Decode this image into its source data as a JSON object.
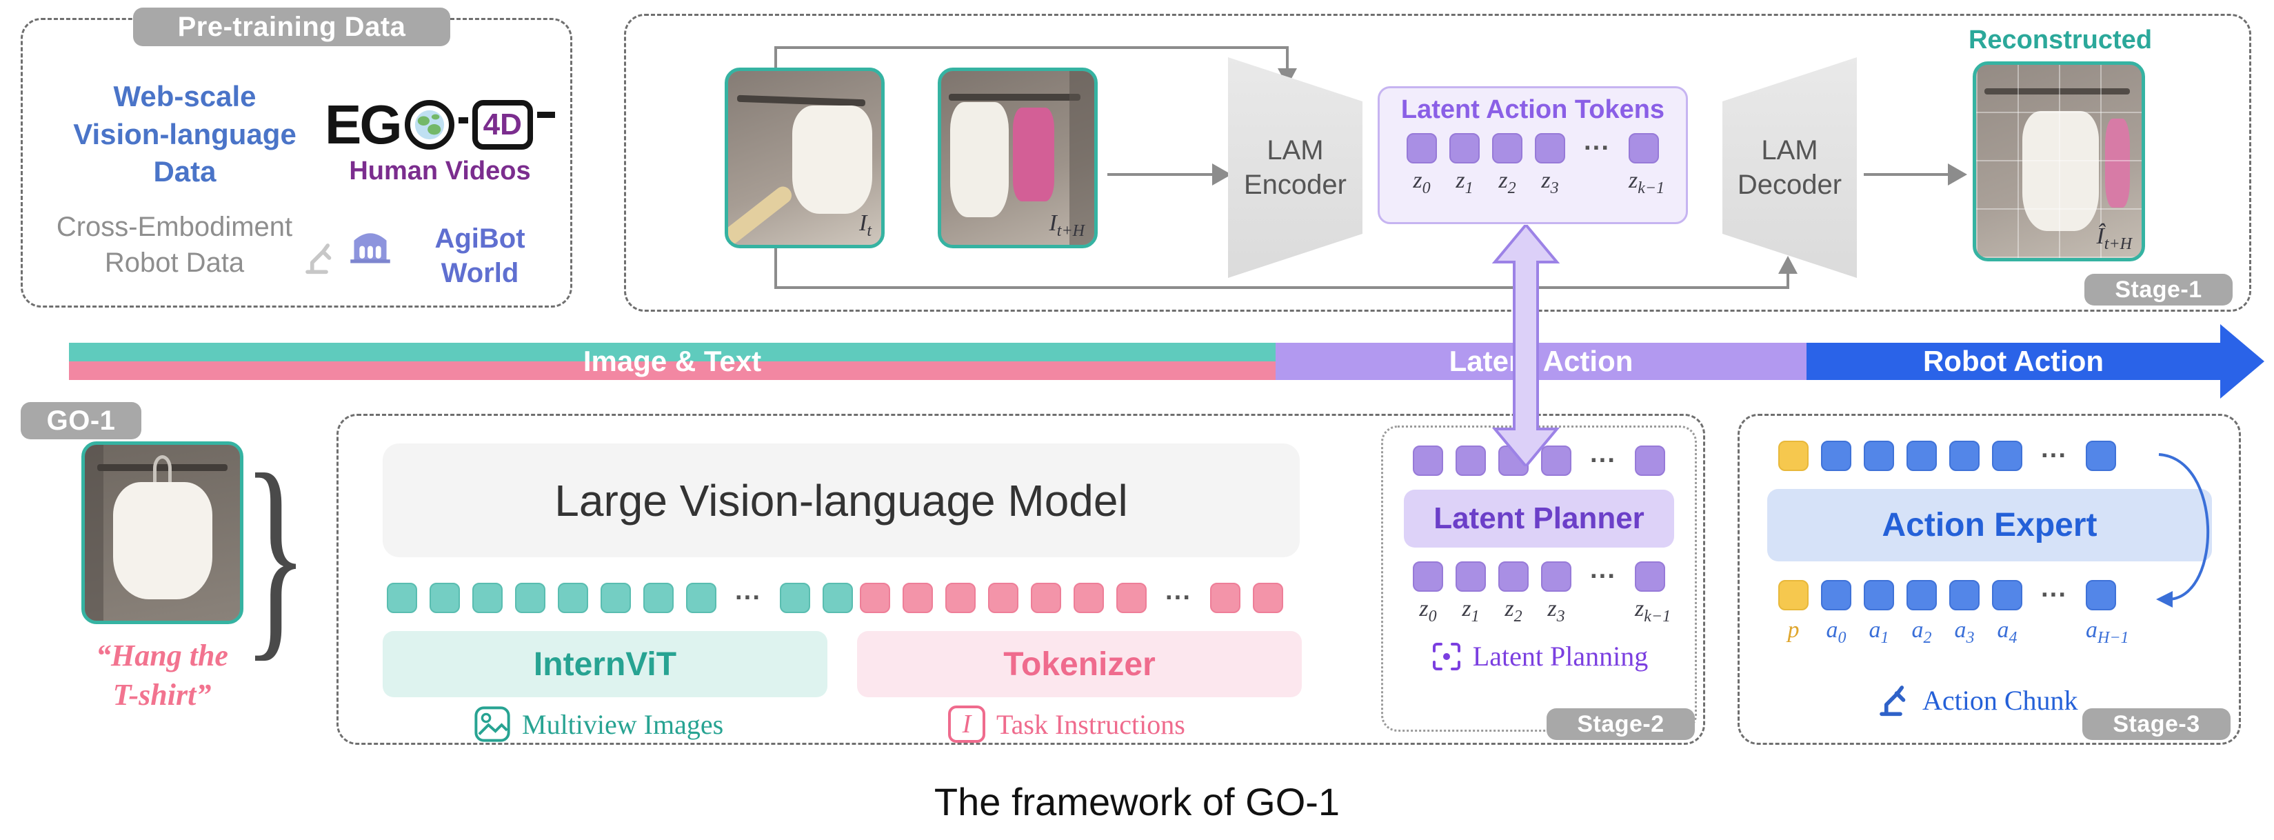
{
  "common": {
    "ellipsis": "···"
  },
  "caption": "The framework of GO-1",
  "pretraining": {
    "title": "Pre-training Data",
    "web_data": "Web-scale\nVision-language\nData",
    "ego_prefix": "EG",
    "ego_4d": "4D",
    "human_videos": "Human Videos",
    "robot_data": "Cross-Embodiment\nRobot Data",
    "agibot": "AgiBot\nWorld"
  },
  "stage1": {
    "label": "Stage-1",
    "encoder": "LAM\nEncoder",
    "decoder": "LAM\nDecoder",
    "tokens_title": "Latent Action Tokens",
    "tokens": [
      "purple",
      "purple",
      "purple",
      "purple",
      "dots",
      "purple"
    ],
    "z_labels": [
      {
        "b": "z",
        "s": "0"
      },
      {
        "b": "z",
        "s": "1"
      },
      {
        "b": "z",
        "s": "2"
      },
      {
        "b": "z",
        "s": "3"
      },
      {
        "gap": true
      },
      {
        "b": "z",
        "s": "k−1"
      }
    ],
    "img1_label": {
      "b": "I",
      "s": "t"
    },
    "img2_label": {
      "b": "I",
      "s": "t+H"
    },
    "recon_title": "Reconstructed",
    "recon_label": {
      "b": "Î",
      "s": "t+H"
    }
  },
  "bar": {
    "segments": [
      {
        "label": "Image & Text"
      },
      {
        "label": "Latent Action"
      },
      {
        "label": "Robot Action"
      }
    ]
  },
  "go1": {
    "label": "GO-1",
    "instruction": "“Hang the\nT-shirt”",
    "brace": "}"
  },
  "stage2": {
    "label": "Stage-2",
    "lvlm": "Large Vision-language Model",
    "vit_tokens": [
      "teal",
      "teal",
      "teal",
      "teal",
      "teal",
      "teal",
      "teal",
      "teal",
      "dots",
      "teal",
      "teal"
    ],
    "txt_tokens": [
      "pink",
      "pink",
      "pink",
      "pink",
      "pink",
      "pink",
      "pink",
      "dots",
      "pink",
      "pink"
    ],
    "internvit": "InternViT",
    "tokenizer": "Tokenizer",
    "multiview": "Multiview Images",
    "task_glyph": "I",
    "task": "Task Instructions",
    "planner": "Latent Planner",
    "planner_tokens_top": [
      "purple",
      "purple",
      "purple",
      "purple",
      "dots",
      "purple"
    ],
    "planner_tokens_bottom": [
      "purple",
      "purple",
      "purple",
      "purple",
      "dots",
      "purple"
    ],
    "z_labels": [
      {
        "b": "z",
        "s": "0"
      },
      {
        "b": "z",
        "s": "1"
      },
      {
        "b": "z",
        "s": "2"
      },
      {
        "b": "z",
        "s": "3"
      },
      {
        "gap": true
      },
      {
        "b": "z",
        "s": "k−1"
      }
    ],
    "latent_planning": "Latent Planning"
  },
  "stage3": {
    "label": "Stage-3",
    "expert": "Action Expert",
    "tokens_top": [
      "yellow",
      "blue",
      "blue",
      "blue",
      "blue",
      "blue",
      "dots",
      "blue"
    ],
    "tokens_bottom": [
      "yellow",
      "blue",
      "blue",
      "blue",
      "blue",
      "blue",
      "dots",
      "blue"
    ],
    "a_labels": [
      {
        "b": "p",
        "s": "",
        "c": "yellow"
      },
      {
        "b": "a",
        "s": "0",
        "c": "blue"
      },
      {
        "b": "a",
        "s": "1",
        "c": "blue"
      },
      {
        "b": "a",
        "s": "2",
        "c": "blue"
      },
      {
        "b": "a",
        "s": "3",
        "c": "blue"
      },
      {
        "b": "a",
        "s": "4",
        "c": "blue"
      },
      {
        "gap": true
      },
      {
        "b": "a",
        "s": "H−1",
        "c": "blue"
      }
    ],
    "action_chunk": "Action Chunk"
  }
}
